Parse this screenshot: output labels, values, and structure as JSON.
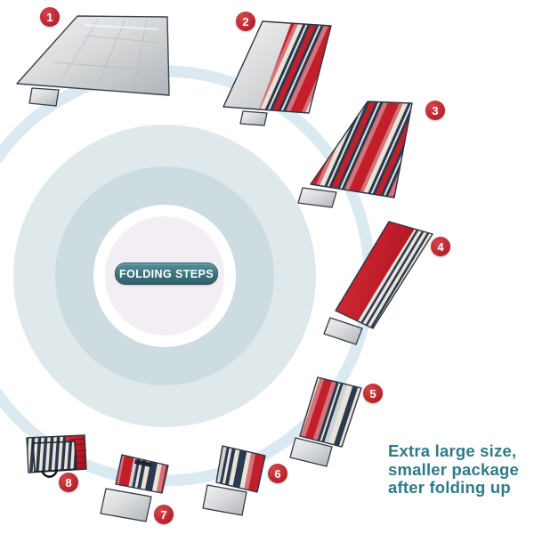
{
  "title_badge": {
    "label": "FOLDING STEPS",
    "background": "#3a747e",
    "text_color": "#ffffff"
  },
  "steps": [
    {
      "number": "1",
      "stage": "blanket-fully-open-silver-backing"
    },
    {
      "number": "2",
      "stage": "folded-in-half-stripes-showing"
    },
    {
      "number": "3",
      "stage": "folded-into-long-strip"
    },
    {
      "number": "4",
      "stage": "folded-into-narrow-strip"
    },
    {
      "number": "5",
      "stage": "strip-folded-shorter"
    },
    {
      "number": "6",
      "stage": "folded-into-square-flap-out"
    },
    {
      "number": "7",
      "stage": "compact-square-flap-open"
    },
    {
      "number": "8",
      "stage": "fully-packed-with-carry-handle"
    }
  ],
  "step_badge_color": "#bf222b",
  "tagline": {
    "lines": [
      "Extra large size,",
      "smaller package",
      "after folding up"
    ],
    "color": "#2e7a8a"
  },
  "palette": {
    "stripe_navy": "#2b3950",
    "stripe_red": "#c21f2b",
    "stripe_cream": "#e9e4d8",
    "stripe_pink": "#d4737c",
    "silver": "#cfd2d4",
    "ring_outer_disc": "#dfe9ec",
    "ring_inner_disc": "#ccdce1",
    "ring_thin_arc": "#dbe9f0",
    "center_circle": "#f2eef3"
  }
}
